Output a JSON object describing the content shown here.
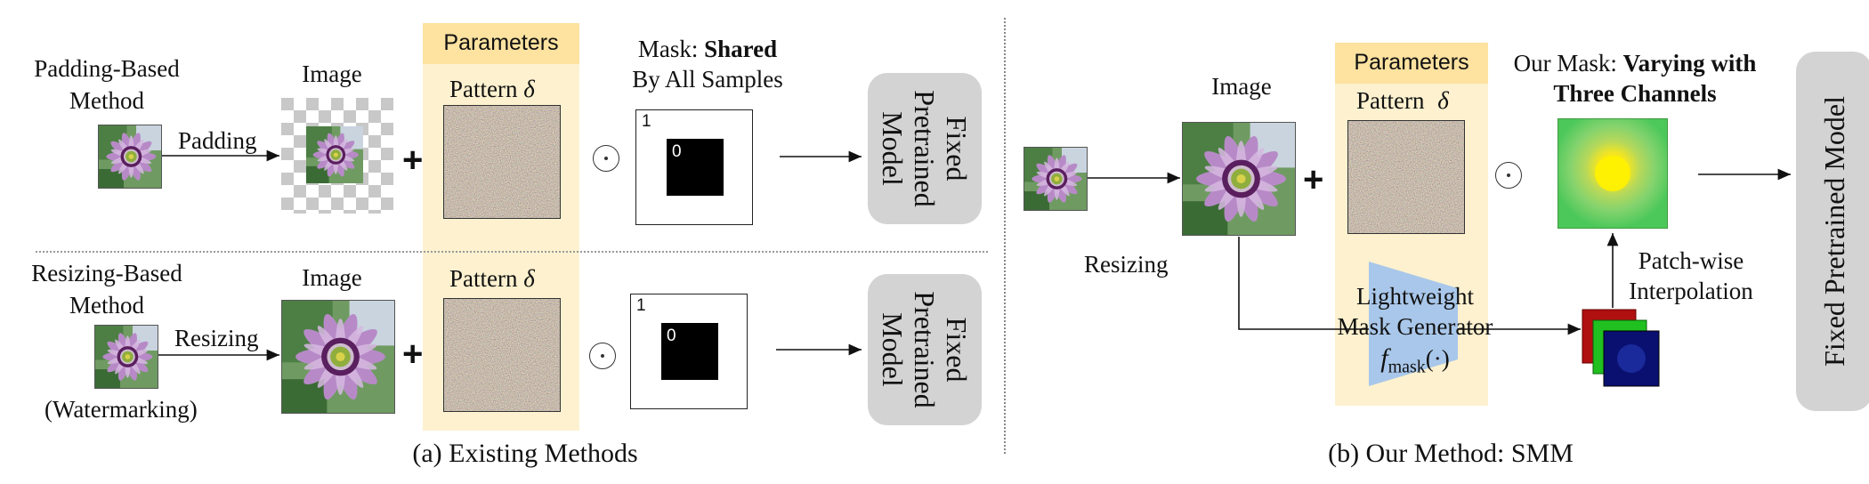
{
  "left": {
    "caption": "(a) Existing Methods",
    "top_row": {
      "method_line1": "Padding-Based",
      "method_line2": "Method",
      "arrow_label": "Padding",
      "image_label": "Image",
      "params_header": "Parameters",
      "pattern_label": "Pattern",
      "pattern_symbol": "δ",
      "mask_label": "Mask:",
      "mask_label_bold": "Shared",
      "mask_label_line2": "By All Samples",
      "mask_one": "1",
      "mask_zero": "0",
      "model_lines": [
        "Fixed",
        "Pretrained",
        "Model"
      ]
    },
    "bottom_row": {
      "method_line1": "Resizing-Based",
      "method_line2": "Method",
      "method_note": "(Watermarking)",
      "arrow_label": "Resizing",
      "image_label": "Image",
      "pattern_label": "Pattern",
      "pattern_symbol": "δ",
      "mask_one": "1",
      "mask_zero": "0",
      "model_lines": [
        "Fixed",
        "Pretrained",
        "Model"
      ]
    }
  },
  "right": {
    "caption": "(b) Our Method: SMM",
    "image_label": "Image",
    "resizing_label": "Resizing",
    "params_header": "Parameters",
    "pattern_label": "Pattern",
    "pattern_symbol": "δ",
    "our_mask_label": "Our Mask:",
    "our_mask_bold_line1": "Varying with",
    "our_mask_bold_line2": "Three Channels",
    "generator_line1": "Lightweight",
    "generator_line2": "Mask Generator",
    "generator_func": "f",
    "generator_sub": "mask",
    "generator_arg": "(·)",
    "interp_line1": "Patch-wise",
    "interp_line2": "Interpolation",
    "model_label": "Fixed Pretrained Model"
  },
  "colors": {
    "param_column": "#fdf1cf",
    "param_header": "#fde2a0",
    "model_box": "#d3d3d3",
    "generator_trapezoid": "#a9c7ea"
  },
  "icons": [
    "passion-flower-image",
    "checkerboard-padding",
    "noise-pattern",
    "hadamard-product-icon",
    "rgb-channel-stack"
  ]
}
